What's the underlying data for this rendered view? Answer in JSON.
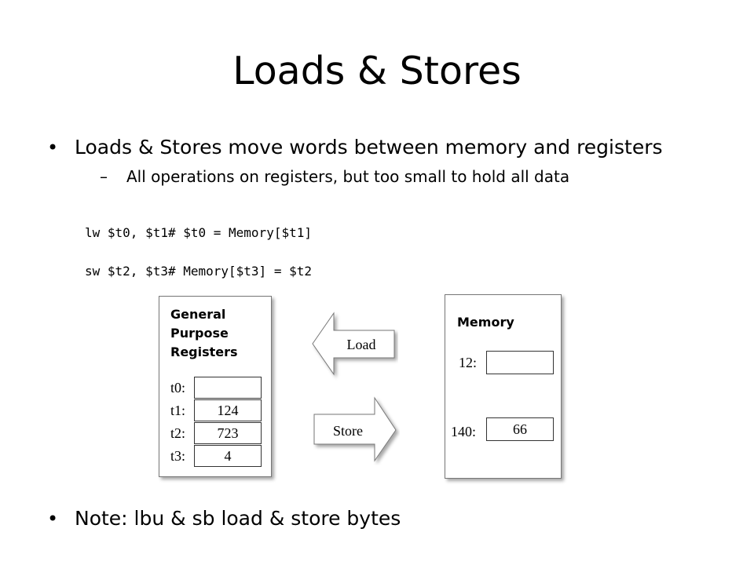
{
  "slide": {
    "title": "Loads & Stores",
    "bullets": [
      {
        "dot": "•",
        "text": "Loads & Stores move words between memory and registers"
      },
      {
        "dot": "•",
        "text": "Note: lbu & sb load & store bytes"
      }
    ],
    "sub_bullet": {
      "dash": "–",
      "text": "All operations on registers, but too small to hold all data"
    },
    "code_lines": [
      "lw $t0, $t1# $t0 = Memory[$t1]",
      "sw $t2, $t3# Memory[$t3] = $t2"
    ]
  },
  "diagram": {
    "registers": {
      "title_lines": [
        "General",
        "Purpose",
        "Registers"
      ],
      "rows": [
        {
          "label": "t0:",
          "value": ""
        },
        {
          "label": "t1:",
          "value": "124"
        },
        {
          "label": "t2:",
          "value": "723"
        },
        {
          "label": "t3:",
          "value": "4"
        }
      ]
    },
    "arrows": {
      "load": "Load",
      "store": "Store"
    },
    "memory": {
      "title": "Memory",
      "rows": [
        {
          "label": "12:",
          "value": ""
        },
        {
          "label": "140:",
          "value": "66"
        }
      ]
    }
  }
}
